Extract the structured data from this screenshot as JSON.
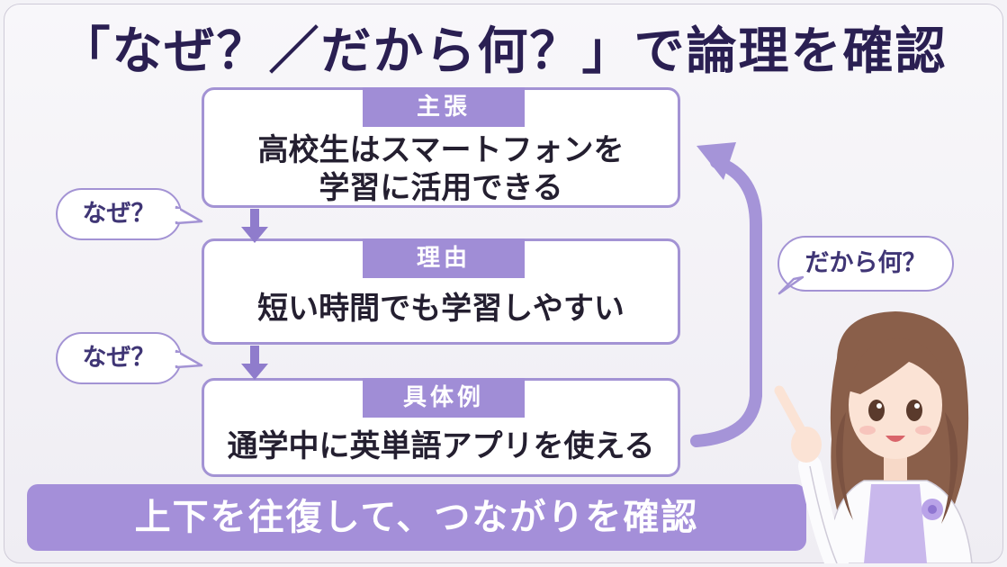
{
  "title": "「なぜ？／だから何？」で論理を確認",
  "claim": {
    "label": "主張",
    "line1": "高校生はスマートフォンを",
    "line2": "学習に活用できる"
  },
  "reason": {
    "label": "理由",
    "line1": "短い時間でも学習しやすい"
  },
  "example": {
    "label": "具体例",
    "line1": "通学中に英単語アプリを使える"
  },
  "why_bubbles": [
    "なぜ？",
    "なぜ？"
  ],
  "so_what_bubble": "だから何？",
  "banner": "上下を往復して、つながりを確認",
  "colors": {
    "accent": "#a48fd9",
    "border": "#a393d4",
    "title": "#2a1f52"
  }
}
